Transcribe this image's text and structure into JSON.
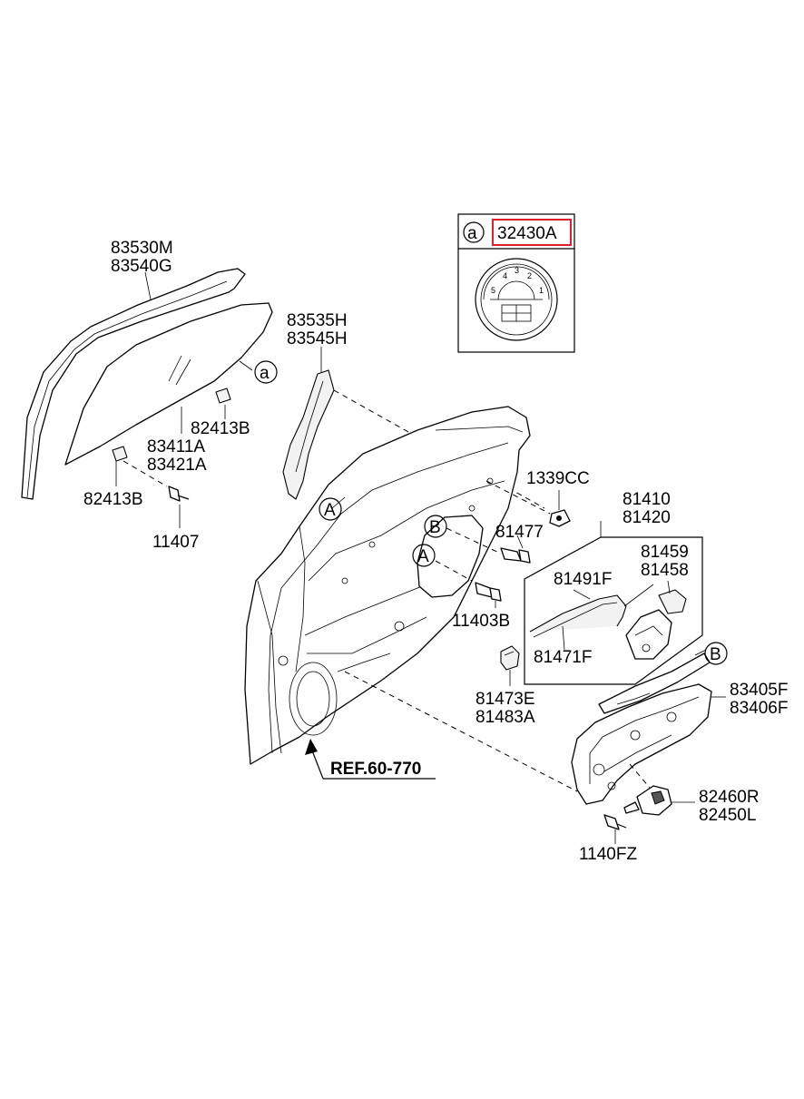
{
  "labels": {
    "p83530M": "83530M",
    "p83540G": "83540G",
    "callout_a": "a",
    "p82413B_top": "82413B",
    "p83411A": "83411A",
    "p83421A": "83421A",
    "p82413B_left": "82413B",
    "p11407": "11407",
    "p83535H": "83535H",
    "p83545H": "83545H",
    "ref_A1": "A",
    "inset_a": "a",
    "p32430A": "32430A",
    "p1339CC": "1339CC",
    "ref_B1": "B",
    "p81477": "81477",
    "ref_A2": "A",
    "p81410": "81410",
    "p81420": "81420",
    "p81459": "81459",
    "p81458": "81458",
    "p81491F": "81491F",
    "p11403B": "11403B",
    "p81471F": "81471F",
    "ref_B2": "B",
    "p81473E": "81473E",
    "p81483A": "81483A",
    "p83405F": "83405F",
    "p83406F": "83406F",
    "ref_note": "REF.60-770",
    "p82460R": "82460R",
    "p82450L": "82450L",
    "p1140FZ": "1140FZ"
  },
  "dial_numbers": [
    "5",
    "4",
    "3",
    "2",
    "1"
  ],
  "colors": {
    "highlight_box": "#d9232e"
  }
}
